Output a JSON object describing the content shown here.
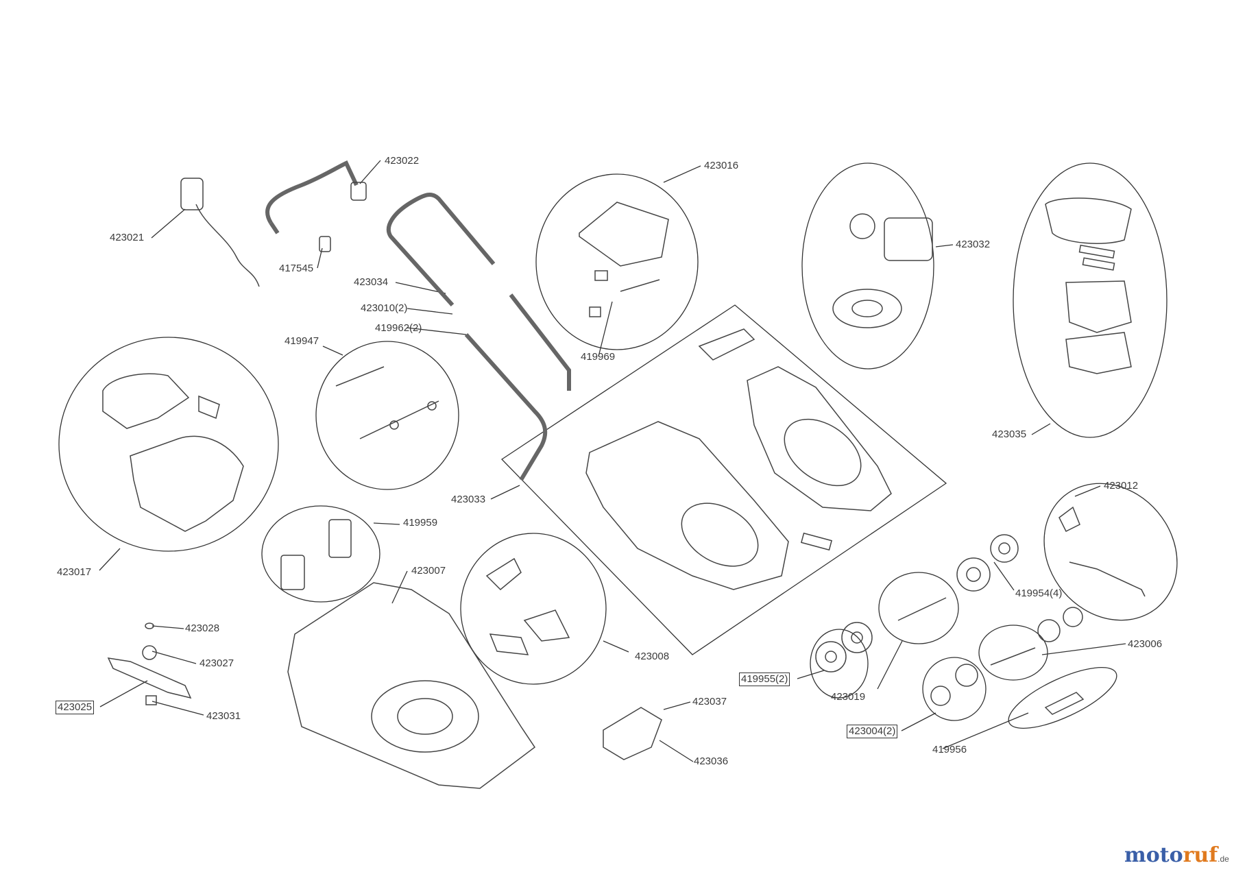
{
  "labels": {
    "l423021": "423021",
    "l423022": "423022",
    "l417545": "417545",
    "l423034": "423034",
    "l423010": "423010(2)",
    "l419962": "419962(2)",
    "l423016": "423016",
    "l419969": "419969",
    "l423032": "423032",
    "l423035": "423035",
    "l419947": "419947",
    "l423017": "423017",
    "l423033": "423033",
    "l419959": "419959",
    "l423007": "423007",
    "l423008": "423008",
    "l423028": "423028",
    "l423027": "423027",
    "l423025": "423025",
    "l423031": "423031",
    "l423037": "423037",
    "l423036": "423036",
    "l423012": "423012",
    "l419954": "419954(4)",
    "l423006": "423006",
    "l419955": "419955(2)",
    "l423019": "423019",
    "l423004": "423004(2)",
    "l419956": "419956"
  },
  "watermark": {
    "part1": "moto",
    "part2": "ruf",
    "suffix": ".de"
  },
  "colors": {
    "line": "#333333",
    "text": "#3a3a3a",
    "logo_blue": "#3a5fa8",
    "logo_orange": "#e07a1e"
  }
}
